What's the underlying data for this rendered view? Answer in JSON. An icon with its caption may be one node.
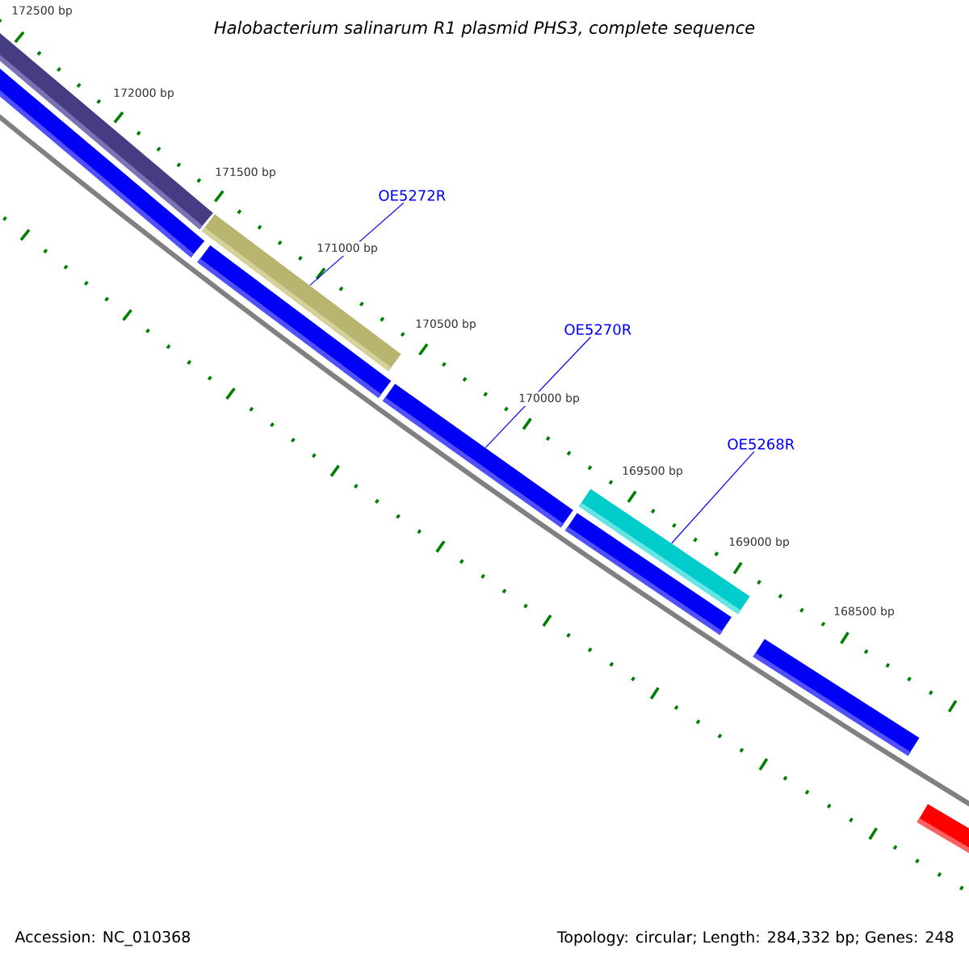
{
  "diagram": {
    "title": "Halobacterium salinarum R1 plasmid PHS3, complete sequence",
    "nodes": [
      {
        "text": [
          "OE5272R"
        ]
      },
      {
        "text": [],
        "shape": "bar"
      },
      {
        "text": [
          "OE5270R"
        ]
      },
      {
        "text": [],
        "shape": "bar"
      },
      {
        "text": [
          "OE5268R"
        ]
      },
      {
        "text": [],
        "shape": "bar"
      }
    ],
    "edges": [
      {
        "from": 0,
        "to": 1,
        "arrow": "none"
      },
      {
        "from": 2,
        "to": 3,
        "arrow": "none"
      },
      {
        "from": 4,
        "to": 5,
        "arrow": "none"
      }
    ],
    "labels": [
      "172500 bp",
      "172000 bp",
      "171500 bp",
      "171000 bp",
      "170500 bp",
      "170000 bp",
      "169500 bp",
      "169000 bp",
      "168500 bp",
      "Accession: NC_010368",
      "Topology: circular; Length: 284,332 bp; Genes: 248"
    ]
  }
}
